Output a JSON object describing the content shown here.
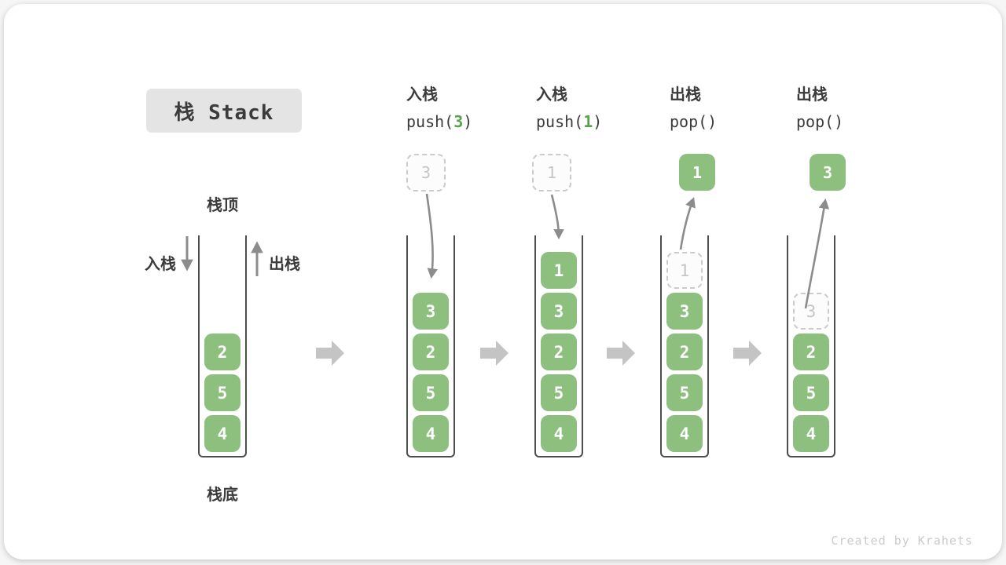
{
  "title": "栈 Stack",
  "labels": {
    "stack_top": "栈顶",
    "stack_bottom": "栈底",
    "push": "入栈",
    "pop": "出栈"
  },
  "steps": [
    {
      "action": "入栈",
      "code_prefix": "push(",
      "code_arg": "3",
      "code_suffix": ")",
      "float_value": "3",
      "float_style": "ghost"
    },
    {
      "action": "入栈",
      "code_prefix": "push(",
      "code_arg": "1",
      "code_suffix": ")",
      "float_value": "1",
      "float_style": "ghost"
    },
    {
      "action": "出栈",
      "code_prefix": "pop(",
      "code_arg": "",
      "code_suffix": ")",
      "float_value": "1",
      "float_style": "solid"
    },
    {
      "action": "出栈",
      "code_prefix": "pop(",
      "code_arg": "",
      "code_suffix": ")",
      "float_value": "3",
      "float_style": "solid"
    }
  ],
  "stacks": [
    {
      "items": [
        {
          "value": "2"
        },
        {
          "value": "5"
        },
        {
          "value": "4"
        }
      ]
    },
    {
      "items": [
        {
          "value": "3"
        },
        {
          "value": "2"
        },
        {
          "value": "5"
        },
        {
          "value": "4"
        }
      ]
    },
    {
      "items": [
        {
          "value": "1"
        },
        {
          "value": "3"
        },
        {
          "value": "2"
        },
        {
          "value": "5"
        },
        {
          "value": "4"
        }
      ]
    },
    {
      "items": [
        {
          "value": "1",
          "ghost": true
        },
        {
          "value": "3"
        },
        {
          "value": "2"
        },
        {
          "value": "5"
        },
        {
          "value": "4"
        }
      ]
    },
    {
      "items": [
        {
          "value": "3",
          "ghost": true
        },
        {
          "value": "2"
        },
        {
          "value": "5"
        },
        {
          "value": "4"
        }
      ]
    }
  ],
  "watermark": "Created by Krahets",
  "colors": {
    "green": "#8DC07E",
    "arg_green": "#58A24E",
    "ink": "#3B3B3B",
    "wall": "#4E4E4E",
    "thin_arrow": "#8C8C8C",
    "block_arrow": "#C4C4C4",
    "ghost_border": "#CBCBCB",
    "ghost_ink": "#C5C5C5",
    "ghost_bg": "#FCFCFC",
    "title_bg": "#E4E4E4",
    "faint": "#CBCBCB"
  }
}
